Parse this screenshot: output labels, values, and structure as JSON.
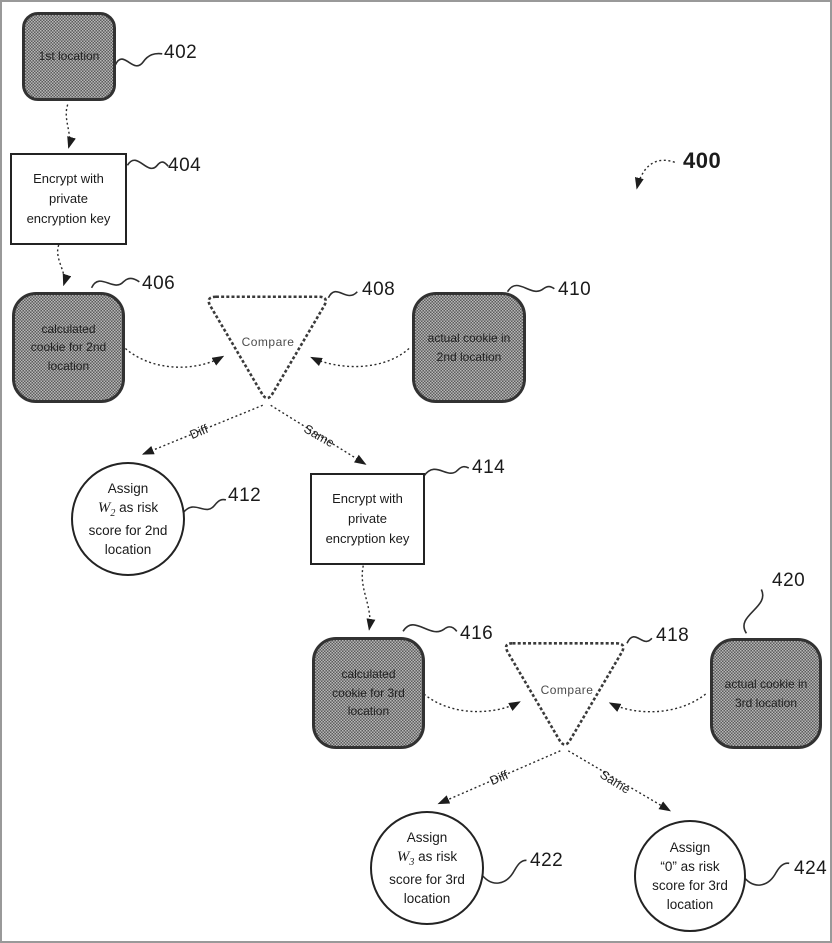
{
  "figure": {
    "ref": "400"
  },
  "nodes": {
    "loc1": {
      "ref": "402",
      "label": "1st location"
    },
    "encrypt2": {
      "ref": "404",
      "label": "Encrypt with\nprivate\nencryption key"
    },
    "calc2": {
      "ref": "406",
      "label": "calculated\ncookie for 2nd\nlocation"
    },
    "compare2": {
      "ref": "408",
      "label": "Compare"
    },
    "actual2": {
      "ref": "410",
      "label": "actual cookie in\n2nd location"
    },
    "assignW2": {
      "ref": "412",
      "line1": "Assign",
      "var": "W",
      "sub": "2",
      "line2rest": " as risk",
      "line3": "score for 2nd",
      "line4": "location"
    },
    "encrypt3": {
      "ref": "414",
      "label": "Encrypt with\nprivate\nencryption key"
    },
    "calc3": {
      "ref": "416",
      "label": "calculated\ncookie for 3rd\nlocation"
    },
    "compare3": {
      "ref": "418",
      "label": "Compare"
    },
    "actual3": {
      "ref": "420",
      "label": "actual cookie in\n3rd location"
    },
    "assignW3": {
      "ref": "422",
      "line1": "Assign",
      "var": "W",
      "sub": "3",
      "line2rest": " as risk",
      "line3": "score for 3rd",
      "line4": "location"
    },
    "assignZero": {
      "ref": "424",
      "line1": "Assign",
      "line2": "“0” as risk",
      "line3": "score for 3rd",
      "line4": "location"
    }
  },
  "edge_labels": {
    "diff": "Diff",
    "same": "Same"
  },
  "colors": {
    "shaded_dark": "#5d5d5d",
    "shaded_light": "#b7b7b7",
    "line": "#2e2e2e"
  }
}
